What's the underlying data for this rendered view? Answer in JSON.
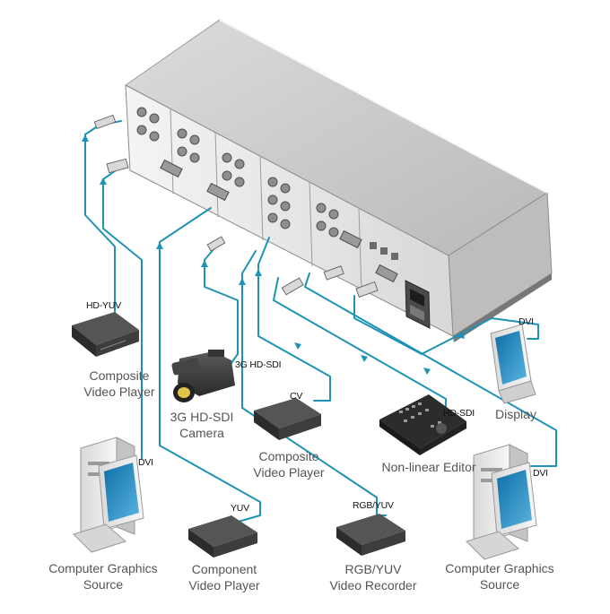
{
  "colors": {
    "cable": "#1f93b5",
    "device_dark": "#3a3a3a",
    "chassis_side": "#ececec",
    "chassis_top": "#cfcfcf",
    "caption_text": "#555555"
  },
  "devices": [
    {
      "id": "hdyuv-player",
      "caption_line1": "Composite",
      "caption_line2": "Video Player",
      "tag": "HD-YUV"
    },
    {
      "id": "hdsdi-camera",
      "caption_line1": "3G HD-SDI",
      "caption_line2": "Camera",
      "tag": "3G HD-SDI"
    },
    {
      "id": "cv-player",
      "caption_line1": "Composite",
      "caption_line2": "Video Player",
      "tag": "CV"
    },
    {
      "id": "nle-editor",
      "caption_line1": "Non-linear Editor",
      "caption_line2": "",
      "tag": "HD-SDI"
    },
    {
      "id": "display",
      "caption_line1": "Display",
      "caption_line2": "",
      "tag": "DVI"
    },
    {
      "id": "cg-source-left",
      "caption_line1": "Computer Graphics",
      "caption_line2": "Source",
      "tag": "DVI"
    },
    {
      "id": "component-player",
      "caption_line1": "Component",
      "caption_line2": "Video Player",
      "tag": "YUV"
    },
    {
      "id": "rgb-recorder",
      "caption_line1": "RGB/YUV",
      "caption_line2": "Video Recorder",
      "tag": "RGB/YUV"
    },
    {
      "id": "cg-source-right",
      "caption_line1": "Computer Graphics",
      "caption_line2": "Source",
      "tag": "DVI"
    }
  ]
}
